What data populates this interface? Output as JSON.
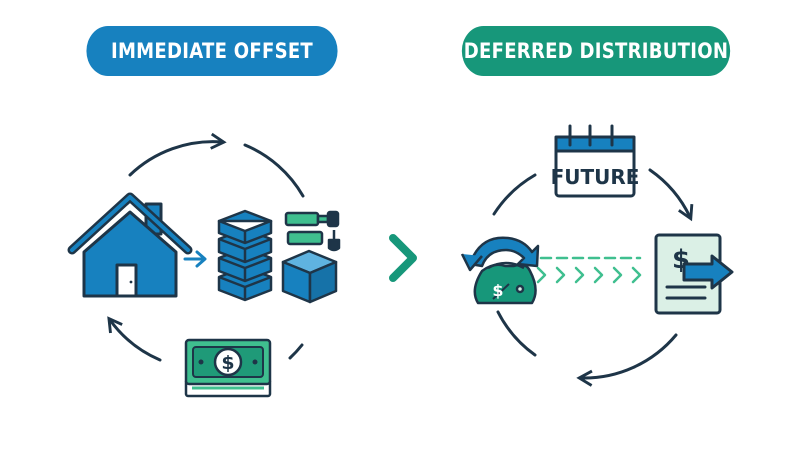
{
  "left_panel": {
    "title": "IMMEDIATE OFFSET"
  },
  "right_panel": {
    "title": "DEFERRED DISTRIBUTION",
    "calendar_label": "FUTURE"
  },
  "colors": {
    "blue": "#1781bf",
    "green": "#17977a",
    "dark": "#1e3548",
    "light_green": "#dbf0e6",
    "mint": "#3fbf8f"
  },
  "icons": {
    "left": [
      "house-icon",
      "stacked-coins-icon",
      "key-icon",
      "box-icon",
      "cash-banknote-icon",
      "cycle-arrows"
    ],
    "middle": [
      "chevron-right-icon"
    ],
    "right": [
      "calendar-icon",
      "money-bag-icon",
      "dashed-transfer-arrows",
      "receipt-document-icon",
      "cycle-arrows"
    ]
  }
}
